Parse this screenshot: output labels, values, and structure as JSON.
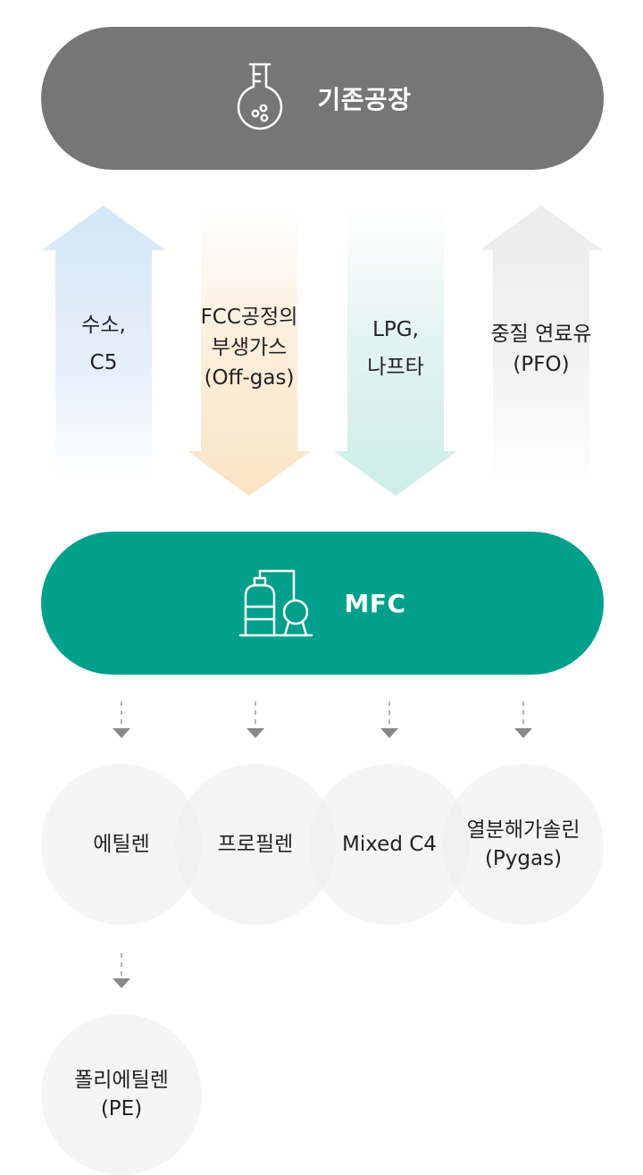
{
  "top_node": {
    "label": "기존공장",
    "icon": "flask-icon",
    "color": "#767676"
  },
  "mfc_node": {
    "label": "MFC",
    "icon": "plant-tanks-icon",
    "color": "#00a08c"
  },
  "flows": [
    {
      "lines": [
        "수소,",
        "C5"
      ],
      "direction": "up",
      "color": "#d6e8f7"
    },
    {
      "lines": [
        "FCC공정의",
        "부생가스",
        "(Off-gas)"
      ],
      "direction": "down",
      "color": "#fbe7c9"
    },
    {
      "lines": [
        "LPG,",
        "나프타"
      ],
      "direction": "down",
      "color": "#d2efea"
    },
    {
      "lines": [
        "중질 연료유",
        "(PFO)"
      ],
      "direction": "up",
      "color": "#eeeeee"
    }
  ],
  "products": [
    {
      "lines": [
        "에틸렌"
      ]
    },
    {
      "lines": [
        "프로필렌"
      ]
    },
    {
      "lines": [
        "Mixed C4"
      ]
    },
    {
      "lines": [
        "열분해가솔린",
        "(Pygas)"
      ]
    }
  ],
  "derivative": {
    "lines": [
      "폴리에틸렌",
      "(PE)"
    ]
  }
}
